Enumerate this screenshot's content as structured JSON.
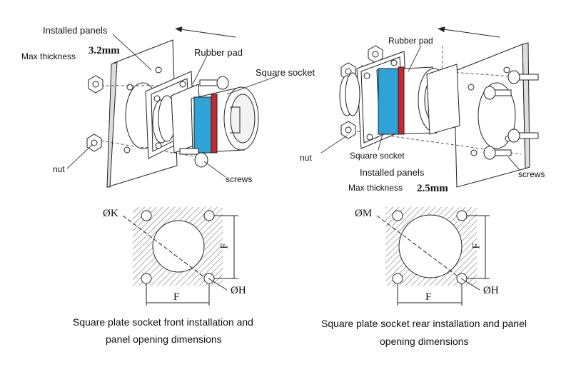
{
  "left_figure": {
    "installed_panels": "Installed panels",
    "max_thickness": "Max thickness",
    "thickness_value": "3.2mm",
    "rubber_pad": "Rubber pad",
    "square_socket": "Square socket",
    "nut": "nut",
    "screws": "screws"
  },
  "right_figure": {
    "rubber_pad": "Rubber pad",
    "nut": "nut",
    "square_socket": "Square socket",
    "installed_panels": "Installed panels",
    "max_thickness": "Max thickness",
    "thickness_value": "2.5mm",
    "screws": "screws"
  },
  "left_panel_opening": {
    "diameter_label": "ØK",
    "hole_label": "ØH",
    "side_label": "F",
    "height_label": "F"
  },
  "right_panel_opening": {
    "diameter_label": "ØM",
    "hole_label": "ØH",
    "side_label": "F",
    "height_label": "F"
  },
  "captions": {
    "left_line1": "Square plate socket front installation and",
    "left_line2": "panel opening dimensions",
    "right_line1": "Square plate socket rear installation and panel",
    "right_line2": "opening dimensions"
  },
  "colors": {
    "rubber_pad": "#2ea3d8",
    "seal_ring": "#d0262a",
    "line": "#222222",
    "hatch": "#999999"
  }
}
